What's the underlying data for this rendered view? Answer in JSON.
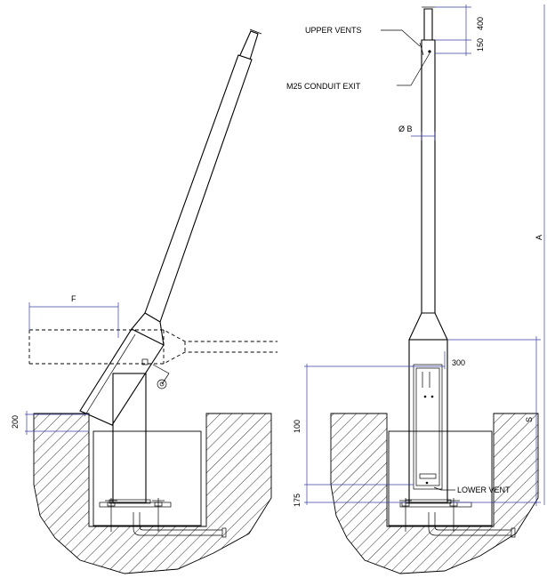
{
  "labels": {
    "upper_vents": "UPPER VENTS",
    "conduit_exit": "M25 CONDUIT EXIT",
    "diameter": "Ø B",
    "lower_vent": "LOWER VENT",
    "f": "F",
    "s": "S",
    "a": "A"
  },
  "dimensions": {
    "d400": "400",
    "d150": "150",
    "d300": "300",
    "d100": "100",
    "d175": "175",
    "d200": "200"
  },
  "colors": {
    "line": "#000000",
    "dimension": "#3a3fa0"
  }
}
